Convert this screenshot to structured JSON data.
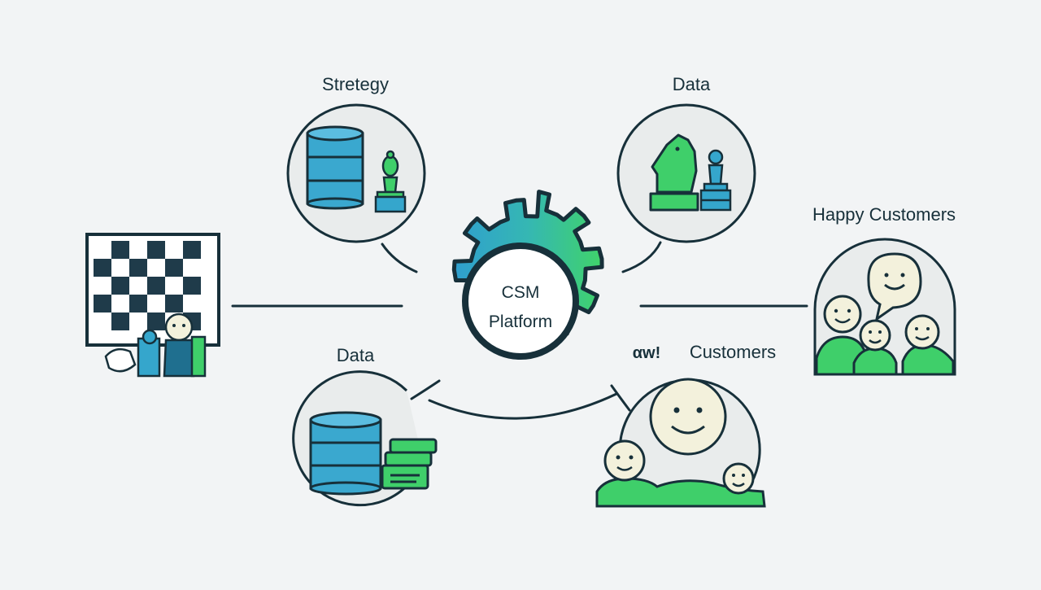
{
  "diagram": {
    "center": {
      "line1": "CSM",
      "line2": "Platform"
    },
    "labels": {
      "strategy": "Stretegy",
      "data_top": "Data",
      "happy_customers": "Happy Customers",
      "data_bottom": "Data",
      "customers_prefix": "αw!",
      "customers": "Customers"
    }
  },
  "colors": {
    "background": "#f2f4f5",
    "outline": "#17303a",
    "blue": "#35a6cc",
    "green": "#3fcf6a",
    "face": "#f3f1dc",
    "circle_fill": "#e9ecec"
  }
}
